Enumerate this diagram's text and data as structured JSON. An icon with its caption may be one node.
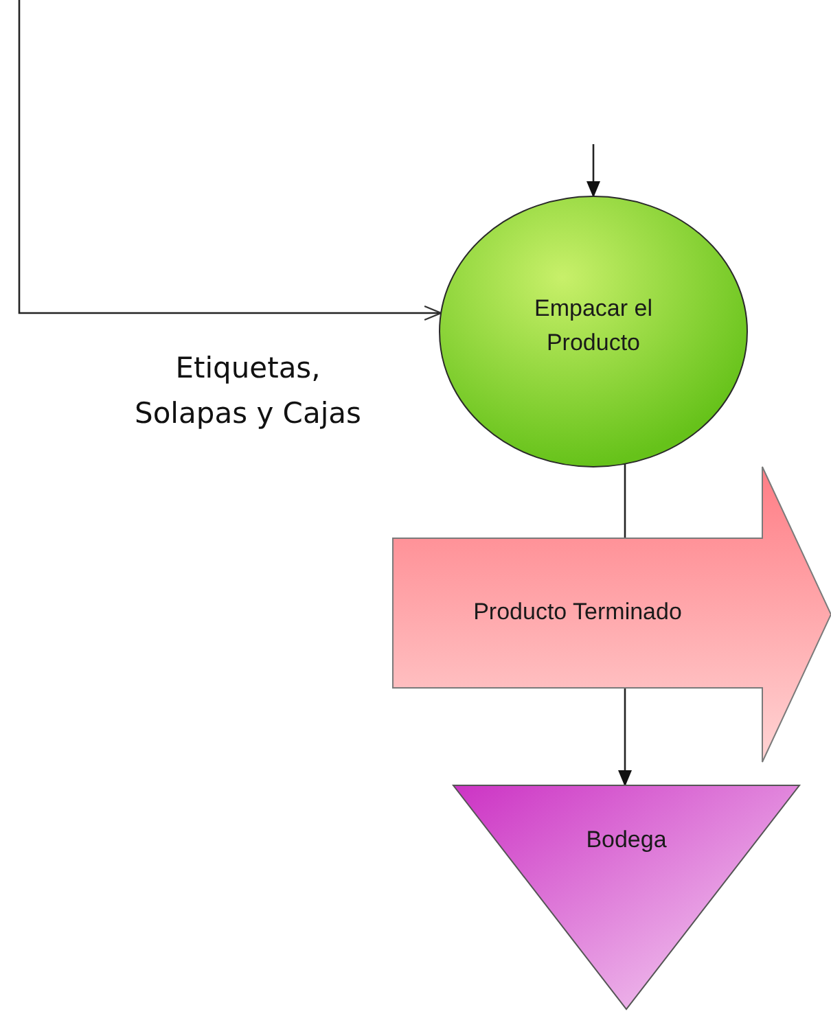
{
  "diagram": {
    "nodes": [
      {
        "text": [
          "Empacar el Producto"
        ]
      },
      {
        "text": [
          "Producto Terminado"
        ]
      },
      {
        "text": [
          "Bodega"
        ]
      }
    ],
    "edges": [
      {
        "from": null,
        "to": 0,
        "arrow": "to",
        "label": "Etiquetas, Solapas y Cajas"
      },
      {
        "from": null,
        "to": 0,
        "arrow": "to"
      },
      {
        "from": 0,
        "to": 1,
        "arrow": "none"
      },
      {
        "from": 1,
        "to": 2,
        "arrow": "to"
      }
    ]
  }
}
